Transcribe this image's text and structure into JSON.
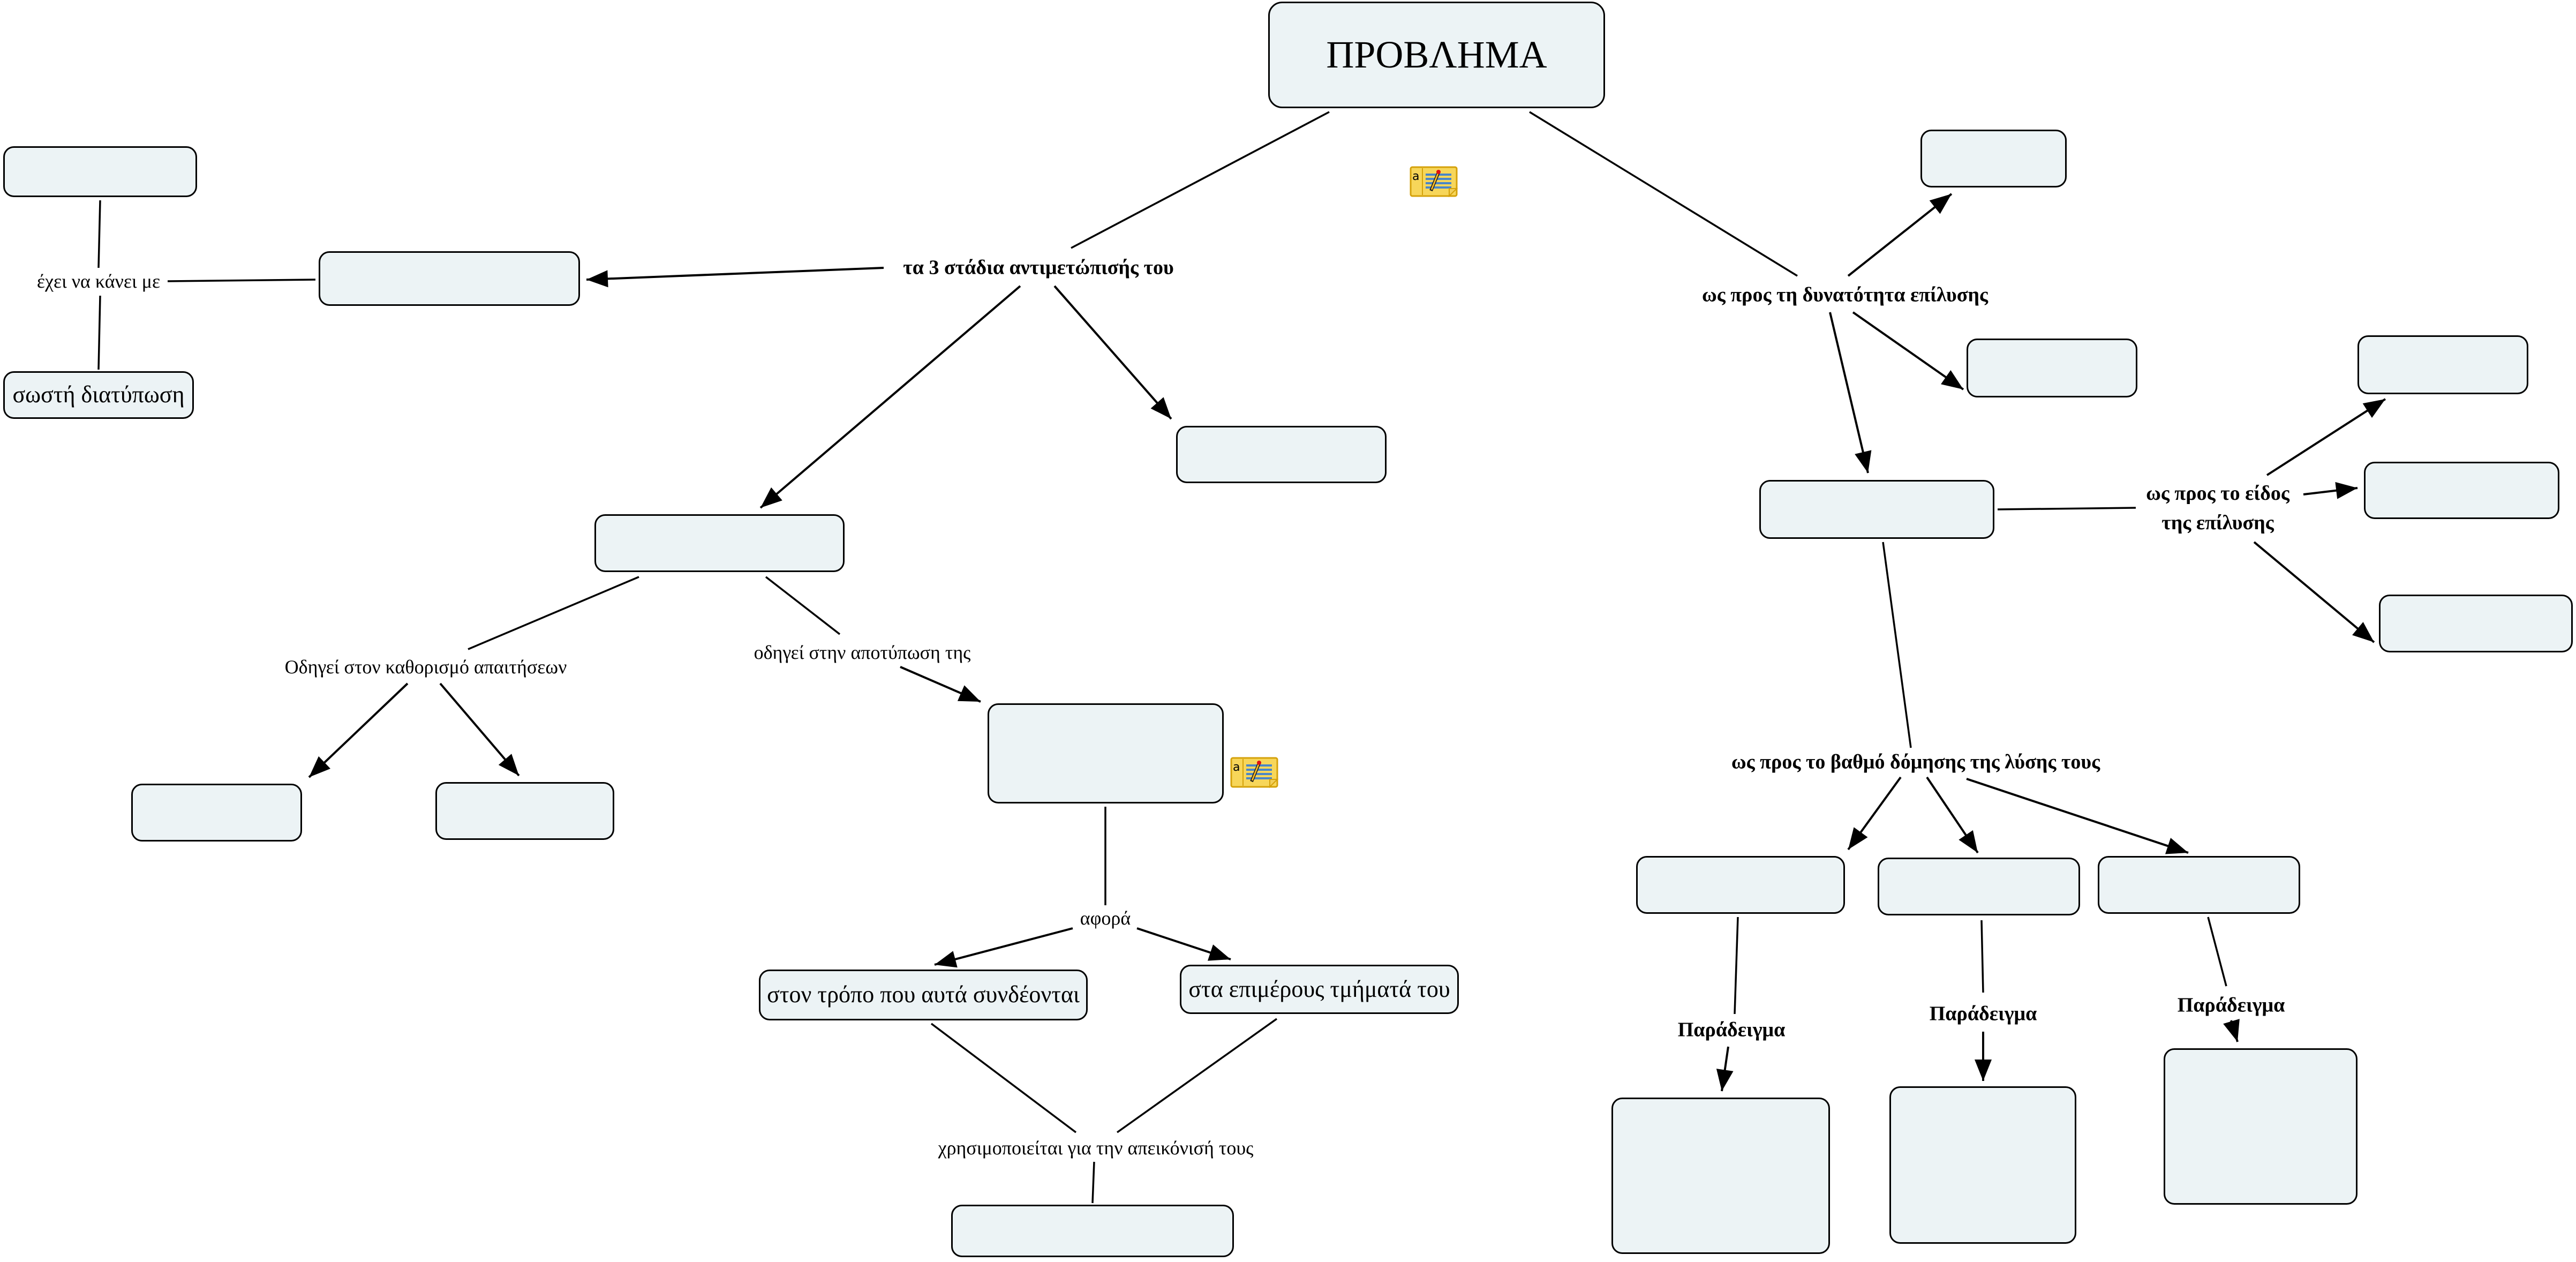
{
  "map": {
    "root": {
      "label": "ΠΡΟΒΛΗΜΑ"
    },
    "concepts": {
      "tl_box": "",
      "correct_formulation": "σωστή διατύπωση",
      "left_box": "",
      "stage_box_right": "",
      "stage_box_left": "",
      "req_box_1": "",
      "req_box_2": "",
      "depiction_box": "",
      "how_connected": "στον τρόπο που αυτά συνδέονται",
      "individual_parts": "στα επιμέρους τμήματά του",
      "bottom_box": "",
      "solvability_box_1": "",
      "solvability_box_2": "",
      "solvable_box": "",
      "type_box_1": "",
      "type_box_2": "",
      "type_box_3": "",
      "structure_box_1": "",
      "structure_box_2": "",
      "structure_box_3": "",
      "example_box_1": "",
      "example_box_2": "",
      "example_box_3": ""
    },
    "linking_phrases": {
      "three_stages": "τα 3 στάδια αντιμετώπισής του",
      "has_to_do_with": "έχει να κάνει με",
      "leads_to_requirements": "Οδηγεί στον καθορισμό απαιτήσεων",
      "leads_to_depiction": "οδηγεί στην αποτύπωση της",
      "concerns": "αφορά",
      "used_for_depiction": "χρησιμοποιείται για την απεικόνισή τους",
      "by_solvability": "ως προς τη δυνατότητα επίλυσης",
      "by_solution_type_line1": "ως προς το είδος",
      "by_solution_type_line2": "της επίλυσης",
      "by_structure_degree": "ως προς το βαθμό δόμησης της λύσης τους",
      "example_1": "Παράδειγμα",
      "example_2": "Παράδειγμα",
      "example_3": "Παράδειγμα"
    },
    "annotations": [
      {
        "icon": "note-icon",
        "glyph": "a"
      },
      {
        "icon": "note-icon",
        "glyph": "a"
      }
    ]
  },
  "colors": {
    "node_fill": "#ecf3f5",
    "node_border": "#000000",
    "line": "#000000",
    "note_fill": "#f7d65a",
    "note_border": "#d4a10a",
    "note_lines": "#4a86c8",
    "pen_tip": "#e01010"
  }
}
